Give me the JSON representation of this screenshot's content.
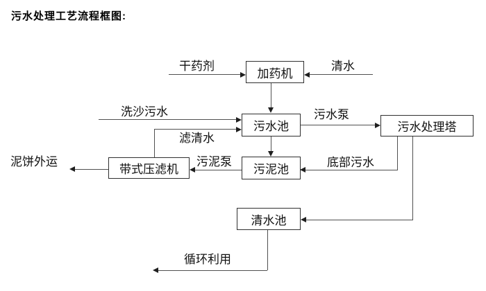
{
  "title": "污水处理工艺流程框图:",
  "nodes": {
    "dosing_machine": {
      "label": "加药机"
    },
    "sewage_pool": {
      "label": "污水池"
    },
    "treatment_tower": {
      "label": "污水处理塔"
    },
    "sludge_pool": {
      "label": "污泥池"
    },
    "belt_filter_press": {
      "label": "带式压滤机"
    },
    "clean_water_pool": {
      "label": "清水池"
    }
  },
  "flow_labels": {
    "dry_agent": "干药剂",
    "clean_water": "清水",
    "sand_washing_sewage": "洗沙污水",
    "sewage_pump": "污水泵",
    "filtered_water": "滤清水",
    "sludge_pump": "污泥泵",
    "bottom_sewage": "底部污水",
    "mud_cake_out": "泥饼外运",
    "recycle_use": "循环利用"
  },
  "edges": [
    {
      "from": "dry_agent_input",
      "to": "dosing_machine",
      "label_key": "dry_agent"
    },
    {
      "from": "clean_water_input",
      "to": "dosing_machine",
      "label_key": "clean_water"
    },
    {
      "from": "dosing_machine",
      "to": "sewage_pool",
      "label_key": null
    },
    {
      "from": "sand_washing_input",
      "to": "sewage_pool",
      "label_key": "sand_washing_sewage"
    },
    {
      "from": "belt_filter_press",
      "to": "sewage_pool",
      "label_key": "filtered_water"
    },
    {
      "from": "sewage_pool",
      "to": "treatment_tower",
      "label_key": "sewage_pump"
    },
    {
      "from": "sewage_pool",
      "to": "sludge_pool",
      "label_key": null
    },
    {
      "from": "treatment_tower",
      "to": "sludge_pool",
      "label_key": "bottom_sewage"
    },
    {
      "from": "sludge_pool",
      "to": "belt_filter_press",
      "label_key": "sludge_pump"
    },
    {
      "from": "belt_filter_press",
      "to": "outside",
      "label_key": "mud_cake_out"
    },
    {
      "from": "treatment_tower",
      "to": "clean_water_pool",
      "label_key": null
    },
    {
      "from": "clean_water_pool",
      "to": "outside",
      "label_key": "recycle_use"
    }
  ],
  "colors": {
    "background": "#ffffff",
    "line": "#4f4f4f",
    "arrow": "#1f1f1f",
    "box_border": "#2e2e2e",
    "text": "#111111"
  }
}
